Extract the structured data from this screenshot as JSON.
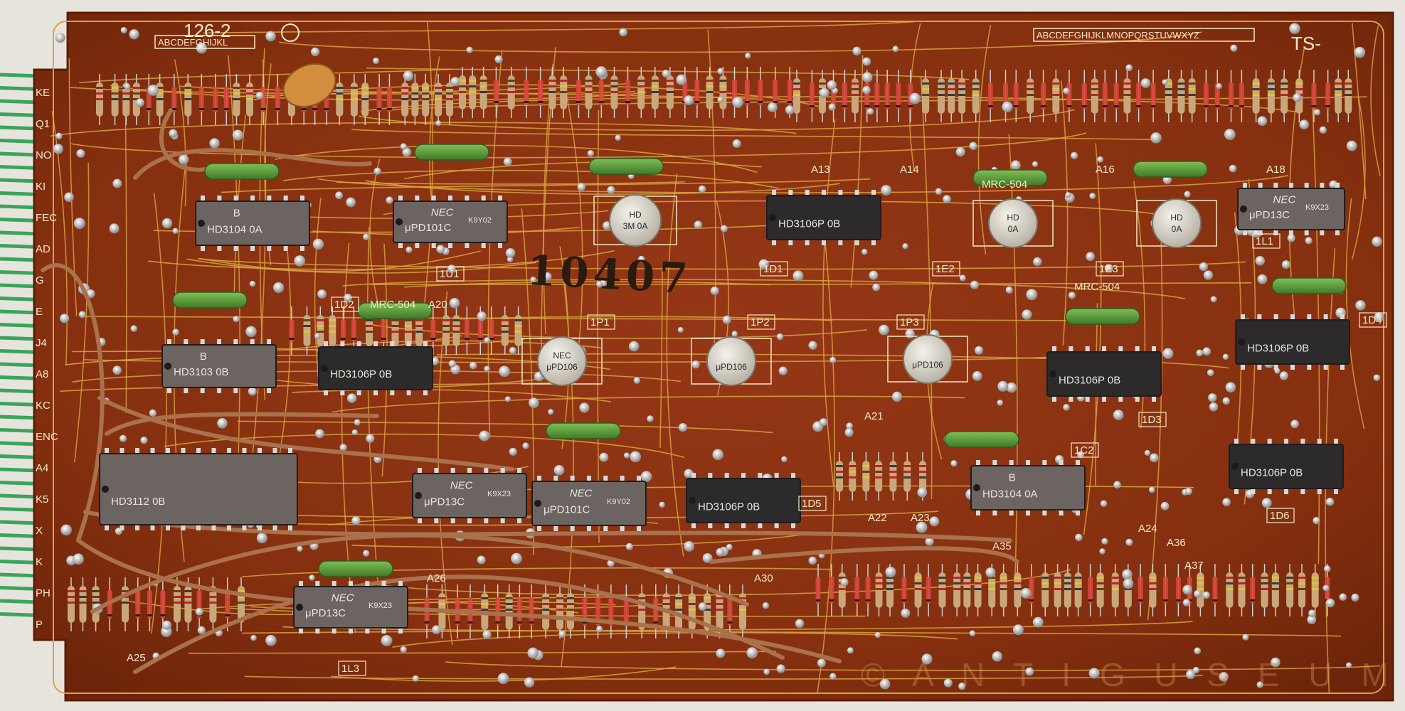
{
  "board": {
    "serial_stamp": "10407",
    "board_code": "126-2",
    "letter_strip_left": "ABCDEFGHIJKL",
    "letter_strip_right": "ABCDEFGHIJKLMNOPQRSTUVWXYZ",
    "corner_tag": "TS-",
    "watermark": "© A N T I G U S E U M"
  },
  "colors": {
    "board": "#8a2e12",
    "board_dark": "#6e220c",
    "trace": "#d9a441",
    "solder": "#c9c9c9",
    "chip_grey": "#6b6460",
    "chip_black": "#2c2a2a",
    "capacitor_green": "#5f9b3b",
    "wire": "#b07a55",
    "edge_wire": "#3aa55a"
  },
  "edge_labels": [
    "KE",
    "Q1",
    "NO",
    "KI",
    "FEC",
    "AD",
    "G",
    "E",
    "J4",
    "A8",
    "KC",
    "ENC",
    "A4",
    "K5",
    "X",
    "K",
    "PH",
    "P"
  ],
  "chips": [
    {
      "id": "u1",
      "maker": "B",
      "part": "HD3104 0A"
    },
    {
      "id": "u2",
      "maker": "NEC",
      "part": "μPD101C",
      "code": "K9Y02"
    },
    {
      "id": "u3",
      "maker": "",
      "part": "HD3106P 0B"
    },
    {
      "id": "u4",
      "maker": "NEC",
      "part": "μPD13C",
      "code": "K9X23"
    },
    {
      "id": "u5",
      "maker": "B",
      "part": "HD3103 0B"
    },
    {
      "id": "u6",
      "maker": "",
      "part": "HD3106P 0B"
    },
    {
      "id": "u7",
      "maker": "",
      "part": "HD3106P 0B"
    },
    {
      "id": "u8",
      "maker": "",
      "part": "HD3106P 0B"
    },
    {
      "id": "u9",
      "maker": "",
      "part": "HD3112 0B"
    },
    {
      "id": "u10",
      "maker": "NEC",
      "part": "μPD13C",
      "code": "K9X23"
    },
    {
      "id": "u11",
      "maker": "NEC",
      "part": "μPD101C",
      "code": "K9Y02"
    },
    {
      "id": "u12",
      "maker": "",
      "part": "HD3106P 0B"
    },
    {
      "id": "u13",
      "maker": "B",
      "part": "HD3104 0A"
    },
    {
      "id": "u14",
      "maker": "",
      "part": "HD3106P 0B"
    },
    {
      "id": "u15",
      "maker": "NEC",
      "part": "μPD13C",
      "code": "K9X23"
    }
  ],
  "cans": [
    {
      "id": "c1",
      "line1": "HD",
      "line2": "3M 0A"
    },
    {
      "id": "c2",
      "line1": "HD",
      "line2": "0A"
    },
    {
      "id": "c3",
      "line1": "HD",
      "line2": "0A"
    },
    {
      "id": "c4",
      "line1": "NEC",
      "line2": "μPD106"
    },
    {
      "id": "c5",
      "line1": "",
      "line2": "μPD106"
    },
    {
      "id": "c6",
      "line1": "",
      "line2": "μPD106"
    }
  ],
  "silk_labels": [
    "1D2",
    "1D1",
    "1E2",
    "1E3",
    "1P1",
    "1P2",
    "1P3",
    "1D5",
    "1C2",
    "1D3",
    "1D4",
    "1D6",
    "1L1",
    "1L3",
    "1U1",
    "MRC-504",
    "MRC-504",
    "MRC-504",
    "A13",
    "A14",
    "A16",
    "A18",
    "A20",
    "A21",
    "A22",
    "A23",
    "A24",
    "A25",
    "A26",
    "A30",
    "A35",
    "A36",
    "A37"
  ]
}
